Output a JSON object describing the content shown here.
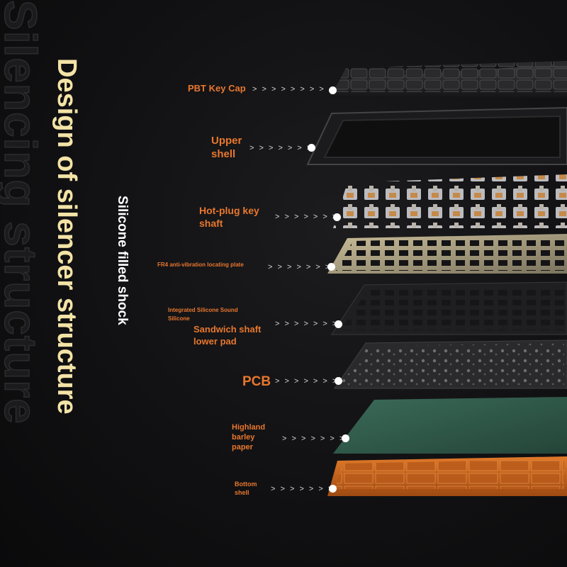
{
  "background_word": "Silencing structure",
  "title": "Design of silencer structure",
  "subtitle": "Silicone filled shock",
  "arrow_glyph": "> > > > > > > >",
  "arrow_glyph_short": "> > > > > > >",
  "colors": {
    "label_orange": "#e8772e",
    "title_cream": "#f3e3a6",
    "dot_white": "#ffffff",
    "pad_green": "#2f5a49",
    "shell_orange": "#c9631d"
  },
  "layers": [
    {
      "id": "keycap",
      "lines": [
        "PBT Key Cap"
      ]
    },
    {
      "id": "upper",
      "lines": [
        "Upper",
        "shell"
      ]
    },
    {
      "id": "switch",
      "lines": [
        "Hot-plug key",
        "shaft"
      ]
    },
    {
      "id": "plate",
      "lines": [
        "FR4 anti-vibration locating plate"
      ]
    },
    {
      "id": "sandwich",
      "small_lines": [
        "Integrated Silicone Sound",
        "Silicone"
      ],
      "lines": [
        "Sandwich shaft",
        "lower pad"
      ]
    },
    {
      "id": "pcb",
      "lines": [
        "PCB"
      ]
    },
    {
      "id": "paper",
      "lines": [
        "Highland",
        "barley",
        "paper"
      ]
    },
    {
      "id": "bottom",
      "lines": [
        "Bottom",
        "shell"
      ]
    }
  ]
}
